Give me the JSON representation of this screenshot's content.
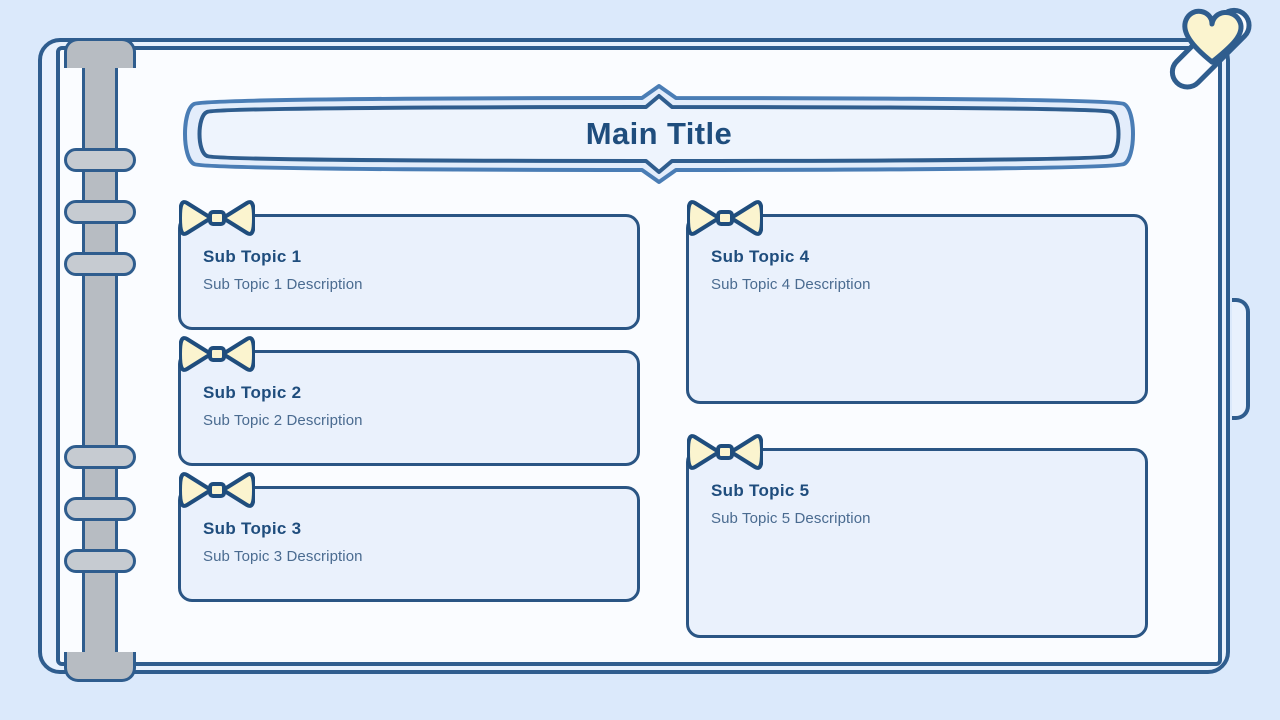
{
  "slide": {
    "title": "Main Title",
    "background_color": "#dbe9fb",
    "accent_color": "#2f5d8e",
    "card_fill_color": "#eaf1fc",
    "ribbon_color": "#fbf4cf"
  },
  "decorations": {
    "heart_pin": "heart-pin-icon",
    "page_tab": "bookmark-tab",
    "spine": "binder-spine",
    "ring_count": 6
  },
  "topics": [
    {
      "title": "Sub Topic 1",
      "description": "Sub Topic 1 Description",
      "bow": "bow-icon"
    },
    {
      "title": "Sub Topic 2",
      "description": "Sub Topic 2 Description",
      "bow": "bow-icon"
    },
    {
      "title": "Sub Topic 3",
      "description": "Sub Topic 3 Description",
      "bow": "bow-icon"
    },
    {
      "title": "Sub Topic 4",
      "description": "Sub Topic 4 Description",
      "bow": "bow-icon"
    },
    {
      "title": "Sub Topic 5",
      "description": "Sub Topic 5 Description",
      "bow": "bow-icon"
    }
  ]
}
